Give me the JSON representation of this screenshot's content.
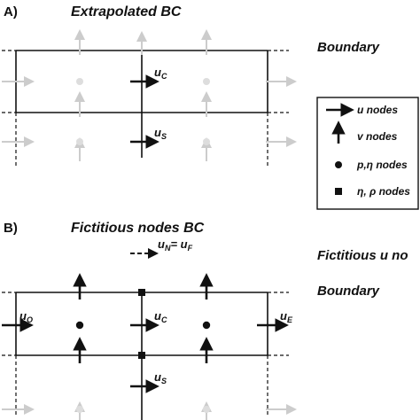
{
  "panel_a": {
    "letter": "A)",
    "title": "Extrapolated BC",
    "boundary_label": "Boundary",
    "uc_label": "u",
    "uc_sub": "C",
    "us_label": "u",
    "us_sub": "S"
  },
  "panel_b": {
    "letter": "B)",
    "title": "Fictitious nodes BC",
    "fictitious_label": "Fictitious u no",
    "boundary_label": "Boundary",
    "un_eq_label": "u",
    "un_sub": "N",
    "un_eq_mid": "= u",
    "uf_sub": "F",
    "uo_label": "u",
    "uo_sub": "O",
    "uc_label": "u",
    "uc_sub": "C",
    "ue_label": "u",
    "ue_sub": "E",
    "us_label": "u",
    "us_sub": "S"
  },
  "legend": {
    "u_nodes": "u nodes",
    "v_nodes": "v nodes",
    "p_eta_nodes": "p,η nodes",
    "eta_rho_nodes": "η, ρ nodes"
  },
  "colors": {
    "ink": "#111111",
    "ghost": "#cccccc",
    "ghost_dot": "#dddddd"
  }
}
